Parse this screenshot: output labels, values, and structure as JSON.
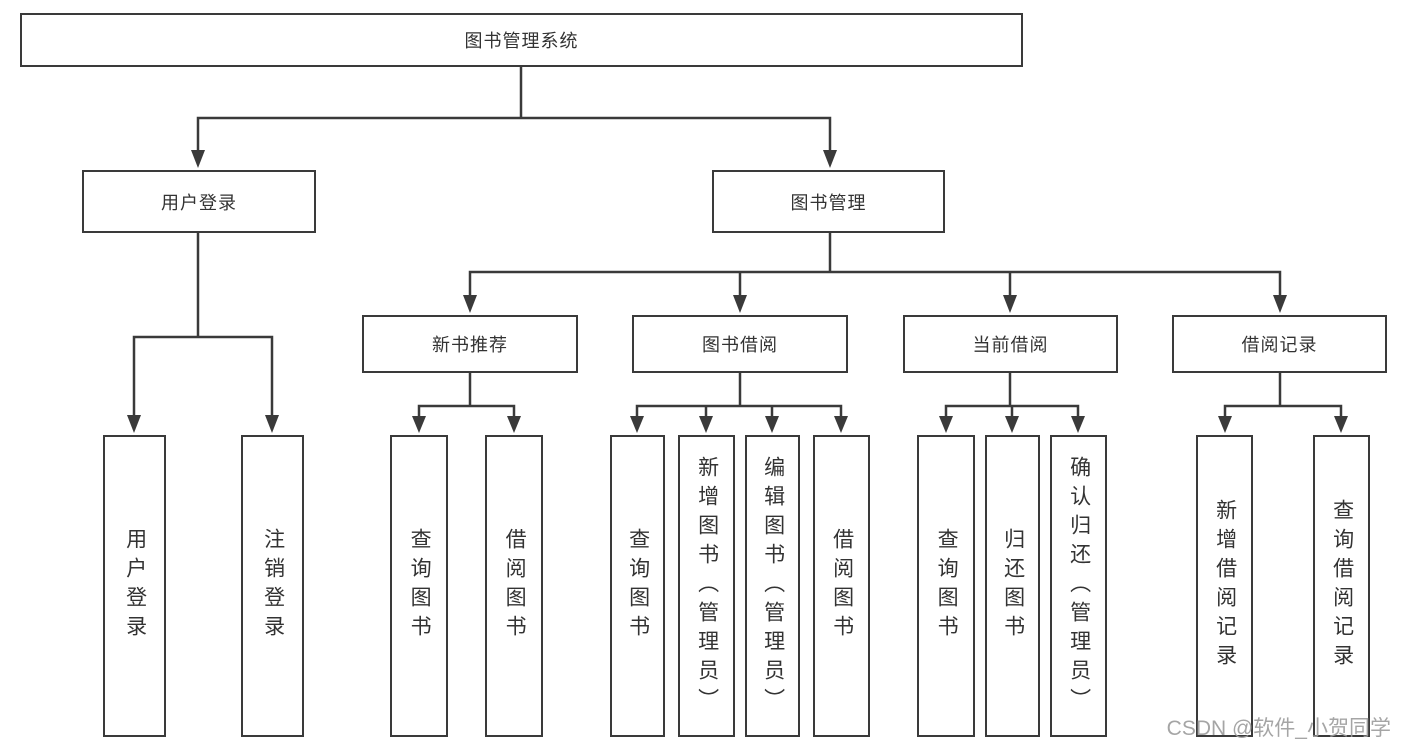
{
  "tree": {
    "root": {
      "label": "图书管理系统"
    },
    "children": [
      {
        "label": "用户登录",
        "children": [
          {
            "label": "用户登录"
          },
          {
            "label": "注销登录"
          }
        ]
      },
      {
        "label": "图书管理",
        "children": [
          {
            "label": "新书推荐",
            "children": [
              {
                "label": "查询图书"
              },
              {
                "label": "借阅图书"
              }
            ]
          },
          {
            "label": "图书借阅",
            "children": [
              {
                "label": "查询图书"
              },
              {
                "label": "新增图书（管理员）"
              },
              {
                "label": "编辑图书（管理员）"
              },
              {
                "label": "借阅图书"
              }
            ]
          },
          {
            "label": "当前借阅",
            "children": [
              {
                "label": "查询图书"
              },
              {
                "label": "归还图书"
              },
              {
                "label": "确认归还（管理员）"
              }
            ]
          },
          {
            "label": "借阅记录",
            "children": [
              {
                "label": "新增借阅记录"
              },
              {
                "label": "查询借阅记录"
              }
            ]
          }
        ]
      }
    ]
  },
  "watermark": "CSDN @软件_小贺同学",
  "colors": {
    "line": "#3a3a3a",
    "text": "#333333",
    "background": "#ffffff",
    "watermark": "#9e9e9e"
  }
}
